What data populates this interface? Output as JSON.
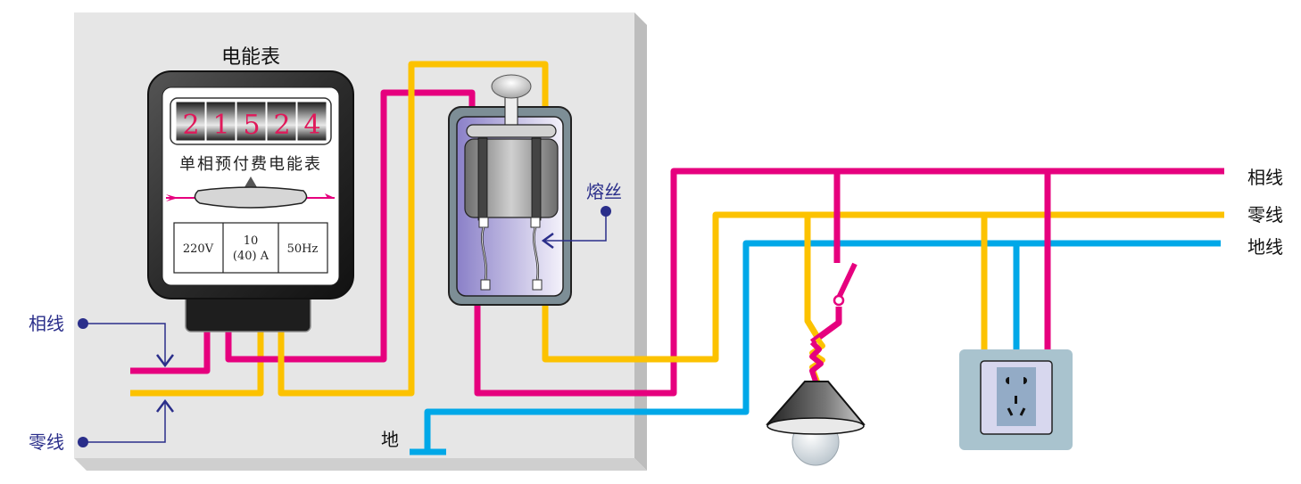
{
  "title": "家庭电路连接示意图",
  "meter": {
    "title": "电能表",
    "reading_digits": [
      "2",
      "1",
      "5",
      "2",
      "4"
    ],
    "name": "单相预付费电能表",
    "specs": {
      "voltage": "220V",
      "current_top": "10",
      "current_bottom": "(40) A",
      "frequency": "50Hz"
    }
  },
  "fuse_box": {
    "fuse_label": "熔丝"
  },
  "labels": {
    "input_phase": "相线",
    "input_neutral": "零线",
    "ground": "地",
    "bus_phase": "相线",
    "bus_neutral": "零线",
    "bus_ground": "地线"
  },
  "colors": {
    "phase": "#e6007e",
    "neutral": "#fcc200",
    "ground": "#00a8e8",
    "annotation": "#2a2e8a",
    "board": "#e6e6e6",
    "board_edge": "#bdbdbd"
  }
}
